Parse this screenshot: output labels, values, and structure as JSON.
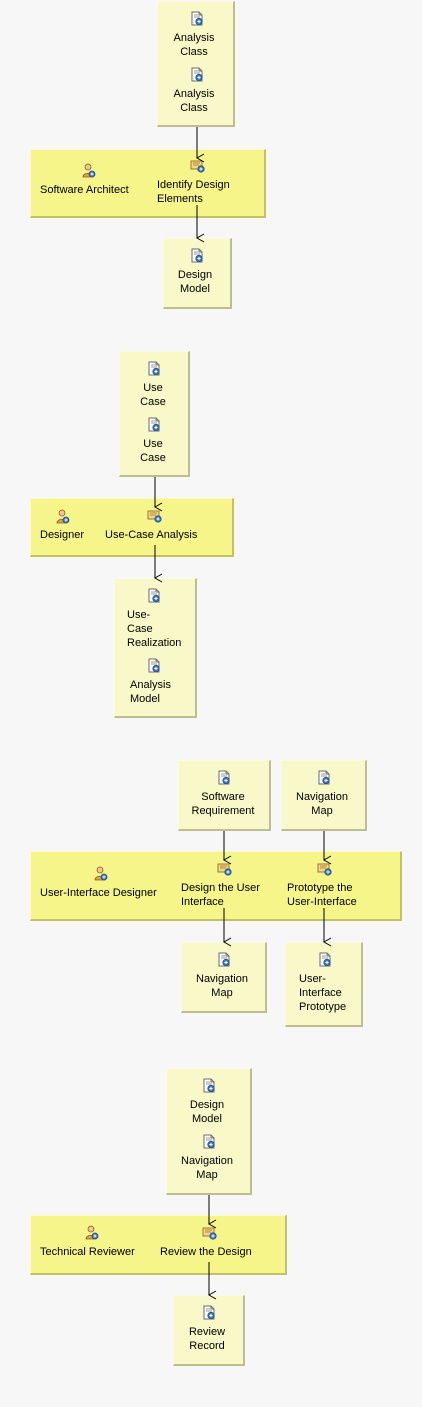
{
  "section1": {
    "inputs": [
      "Analysis\nClass",
      "Analysis\nClass"
    ],
    "role": "Software Architect",
    "task": "Identify Design\nElements",
    "outputs": [
      "Design\nModel"
    ]
  },
  "section2": {
    "inputs": [
      "Use\nCase",
      "Use\nCase"
    ],
    "role": "Designer",
    "task": "Use-Case Analysis",
    "outputs": [
      "Use-\nCase\nRealization",
      "Analysis\nModel"
    ]
  },
  "section3": {
    "input_a": "Software\nRequirement",
    "input_b": "Navigation\nMap",
    "role": "User-Interface Designer",
    "task_a": "Design the User\nInterface",
    "task_b": "Prototype the\nUser-Interface",
    "output_a": "Navigation\nMap",
    "output_b": "User-\nInterface\nPrototype"
  },
  "section4": {
    "inputs": [
      "Design\nModel",
      "Navigation\nMap"
    ],
    "role": "Technical Reviewer",
    "task": "Review the Design",
    "outputs": [
      "Review\nRecord"
    ]
  },
  "icons": {
    "artifact": "artifact-icon",
    "role": "role-icon",
    "task": "task-icon"
  },
  "colors": {
    "artifact_bg": "#f8f8c8",
    "activity_bg": "#f5f58a",
    "background": "#f7f7f7"
  }
}
